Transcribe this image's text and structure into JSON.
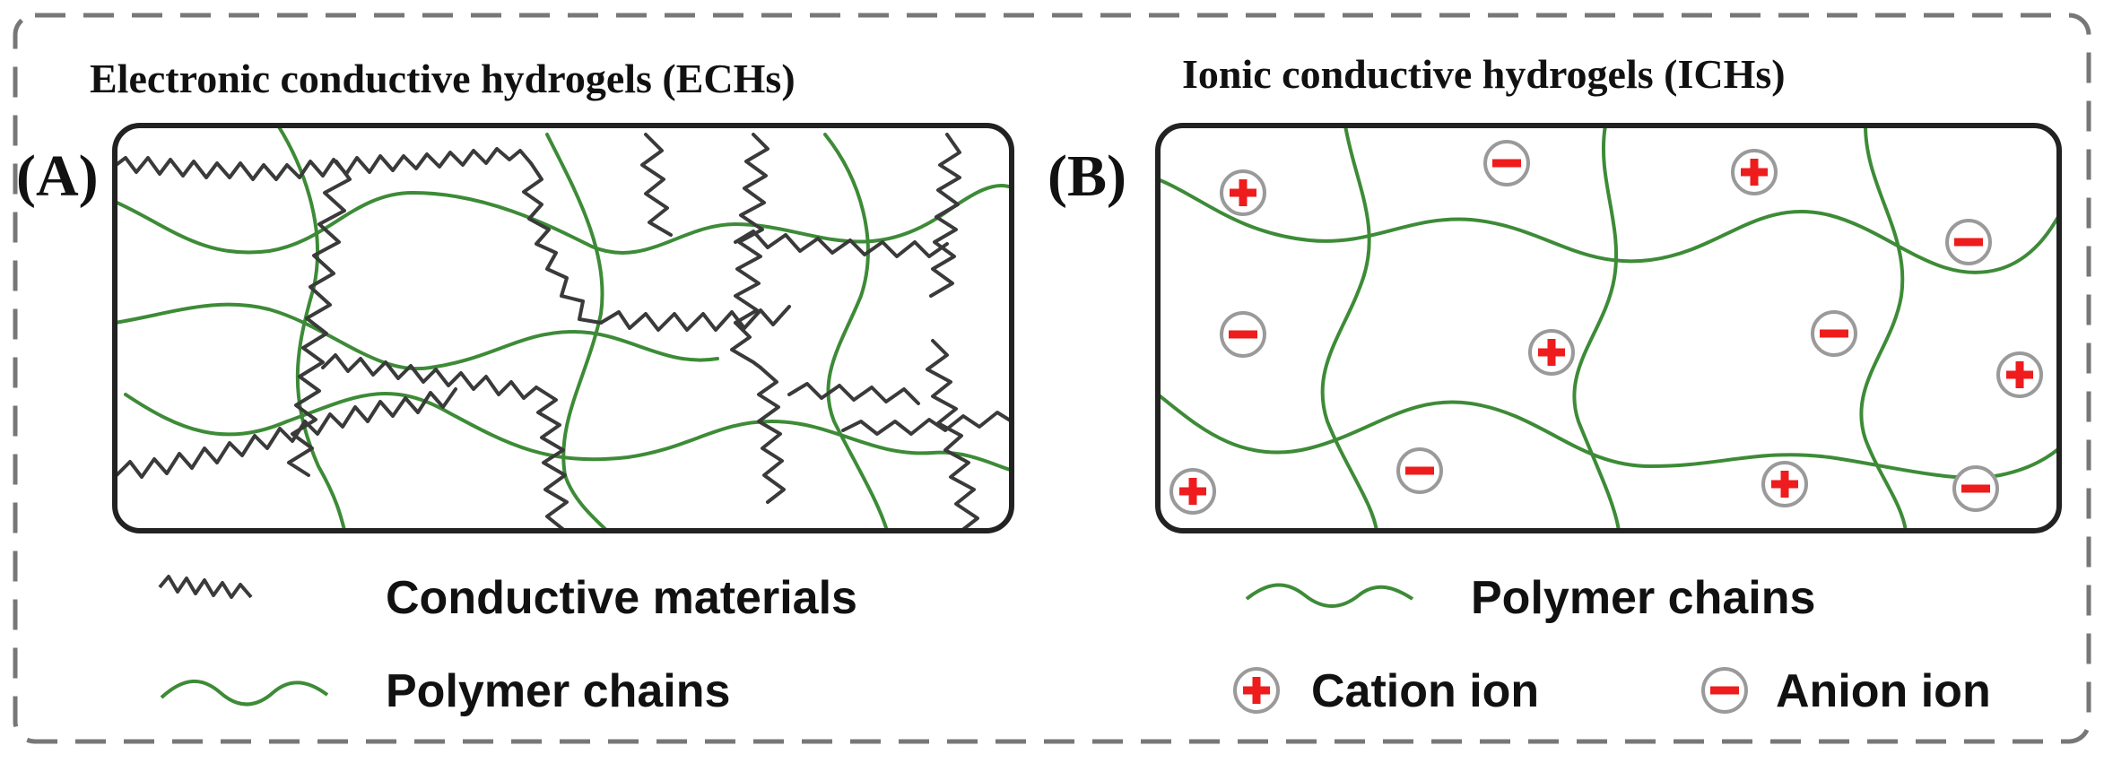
{
  "panels": {
    "ech": {
      "title": "Electronic conductive hydrogels (ECHs)",
      "label": "(A)",
      "legend": {
        "conductive_materials": "Conductive materials",
        "polymer_chains": "Polymer chains"
      }
    },
    "ich": {
      "title": "Ionic conductive hydrogels (ICHs)",
      "label": "(B)",
      "legend": {
        "polymer_chains": "Polymer chains",
        "cation_ion": "Cation ion",
        "anion_ion": "Anion ion"
      }
    }
  },
  "colors": {
    "polymer_chain": "#3d8b37",
    "conductive_material": "#3a3a3a",
    "ion_symbol": "#ee1c1c",
    "ion_ring": "#9a9a9a",
    "frame_border": "#777777",
    "panel_border": "#222222"
  }
}
